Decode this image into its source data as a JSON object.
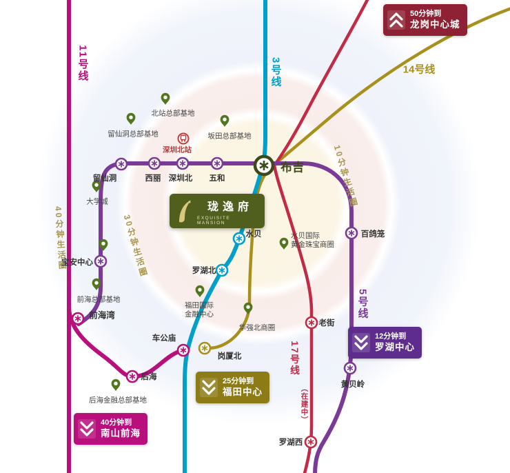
{
  "map": {
    "logo": {
      "title_cn": "珑逸府",
      "title_en": "EXQUISITE MANSION"
    },
    "lines": {
      "line11": {
        "label": "11号线",
        "color": "#b80f7d"
      },
      "line3": {
        "label": "3号线",
        "color": "#00a0c8"
      },
      "line14": {
        "label": "14号线",
        "color": "#a8901c"
      },
      "line5": {
        "label": "5号线",
        "color": "#7a3a95"
      },
      "line17": {
        "label": "17号线",
        "note": "（在建中）",
        "color": "#c22a45"
      }
    },
    "rings": {
      "r10": "10分钟生活圈",
      "r30": "30分钟生活圈",
      "r40": "40分钟生活圈"
    },
    "stations": {
      "liuxiandong": "留仙洞",
      "xili": "西丽",
      "shenzhenbei": "深圳北",
      "wuhe": "五和",
      "buji": "布吉",
      "baoanzhongxin": "宝安中心",
      "qianhaiwan": "前海湾",
      "houhai": "后海",
      "chegongmiao": "车公庙",
      "gangxiabei": "岗厦北",
      "shuibei": "水贝",
      "luohubei": "罗湖北",
      "laojie": "老街",
      "huangbeiling": "黄贝岭",
      "luohuxi": "罗湖西",
      "baigelong": "百鸽笼",
      "shenzhenbeizhan": "深圳北站"
    },
    "pois": {
      "lxd_hq": "留仙洞总部基地",
      "bz_hq": "北站总部基地",
      "bt_hq": "坂田总部基地",
      "daxuecheng": "大学城",
      "qh_hq": "前海总部基地",
      "hh_hq": "后海金融总部基地",
      "ftintl1": "福田国际",
      "ftintl2": "金融中心",
      "sb1": "水贝国际",
      "sb2": "黄金珠宝商圈",
      "hqb": "华强北商圈"
    },
    "badges": [
      {
        "time": "50分钟到",
        "dest": "龙岗中心城",
        "color": "#8e2133",
        "direction": "up"
      },
      {
        "time": "12分钟到",
        "dest": "罗湖中心",
        "color": "#5e2c8c",
        "direction": "down"
      },
      {
        "time": "25分钟到",
        "dest": "福田中心",
        "color": "#8d7b16",
        "direction": "down"
      },
      {
        "time": "40分钟到",
        "dest": "南山前海",
        "color": "#b80f7d",
        "direction": "down"
      }
    ],
    "colors": {
      "poi_pin": "#51761d",
      "buji_interchange_ring": "#3e4a1b",
      "railway_icon": "#bf3a3a",
      "ring_label_text": "#a8964f"
    }
  }
}
